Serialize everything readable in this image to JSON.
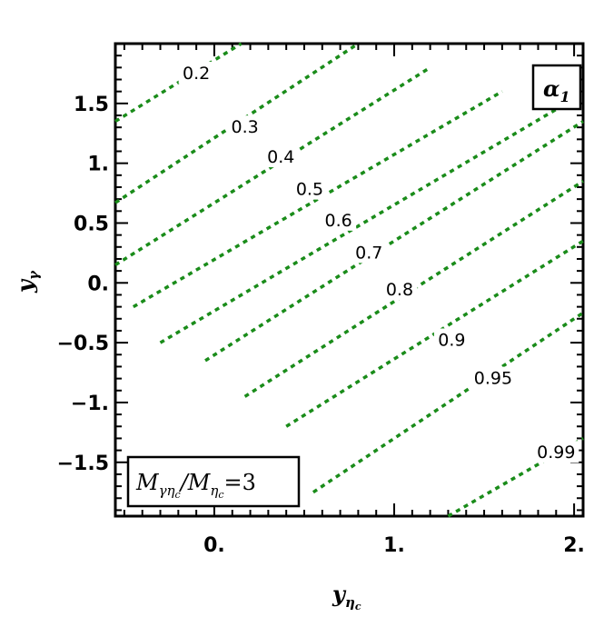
{
  "chart_data": {
    "type": "contour",
    "panel_label": "α",
    "panel_label_sub": "1",
    "annotation": {
      "m1": "M",
      "m1_sub": "γη",
      "m1_subsub": "c",
      "slash": "/",
      "m2": "M",
      "m2_sub": "η",
      "m2_subsub": "c",
      "eq": "=3"
    },
    "xlabel": {
      "base": "y",
      "sub": "η",
      "subsub": "c"
    },
    "ylabel": {
      "base": "y",
      "sub": "γ"
    },
    "xlim": [
      -0.55,
      2.05
    ],
    "ylim": [
      -1.95,
      2.0
    ],
    "xticks": [
      {
        "value": 0,
        "label": "0."
      },
      {
        "value": 1,
        "label": "1."
      },
      {
        "value": 2,
        "label": "2."
      }
    ],
    "yticks": [
      {
        "value": 1.5,
        "label": "1.5"
      },
      {
        "value": 1,
        "label": "1."
      },
      {
        "value": 0.5,
        "label": "0.5"
      },
      {
        "value": 0,
        "label": "0."
      },
      {
        "value": -0.5,
        "label": "−0.5"
      },
      {
        "value": -1,
        "label": "−1."
      },
      {
        "value": -1.5,
        "label": "−1.5"
      }
    ],
    "line_color": "#1a8c1a",
    "contours": [
      {
        "level": "0.2",
        "x": [
          -0.55,
          0.15
        ],
        "y": [
          1.35,
          2.0
        ],
        "label_at": [
          -0.1,
          1.75
        ]
      },
      {
        "level": "0.3",
        "x": [
          -0.55,
          0.8
        ],
        "y": [
          0.67,
          2.0
        ],
        "label_at": [
          0.17,
          1.3
        ]
      },
      {
        "level": "0.4",
        "x": [
          -0.55,
          1.2
        ],
        "y": [
          0.15,
          1.8
        ],
        "label_at": [
          0.37,
          1.05
        ]
      },
      {
        "level": "0.5",
        "x": [
          -0.45,
          1.6
        ],
        "y": [
          -0.2,
          1.6
        ],
        "label_at": [
          0.53,
          0.78
        ]
      },
      {
        "level": "0.6",
        "x": [
          -0.3,
          1.9
        ],
        "y": [
          -0.5,
          1.45
        ],
        "label_at": [
          0.69,
          0.52
        ]
      },
      {
        "level": "0.7",
        "x": [
          -0.05,
          2.05
        ],
        "y": [
          -0.65,
          1.35
        ],
        "label_at": [
          0.86,
          0.25
        ]
      },
      {
        "level": "0.8",
        "x": [
          0.17,
          2.05
        ],
        "y": [
          -0.95,
          0.85
        ],
        "label_at": [
          1.03,
          -0.06
        ]
      },
      {
        "level": "0.9",
        "x": [
          0.4,
          2.05
        ],
        "y": [
          -1.2,
          0.35
        ],
        "label_at": [
          1.32,
          -0.48
        ]
      },
      {
        "level": "0.95",
        "x": [
          0.55,
          2.05
        ],
        "y": [
          -1.75,
          -0.25
        ],
        "label_at": [
          1.55,
          -0.8
        ]
      },
      {
        "level": "0.99",
        "x": [
          1.3,
          2.05
        ],
        "y": [
          -1.95,
          -1.3
        ],
        "label_at": [
          1.9,
          -1.42
        ]
      }
    ]
  }
}
